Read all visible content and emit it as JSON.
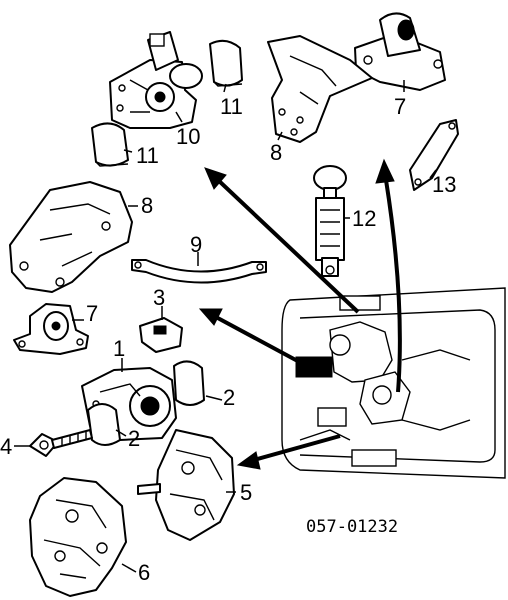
{
  "diagram": {
    "part_callouts": [
      "1",
      "2",
      "2",
      "3",
      "4",
      "5",
      "6",
      "7",
      "7",
      "8",
      "8",
      "9",
      "10",
      "11",
      "11",
      "12",
      "13"
    ],
    "reference_code": "057-01232"
  }
}
